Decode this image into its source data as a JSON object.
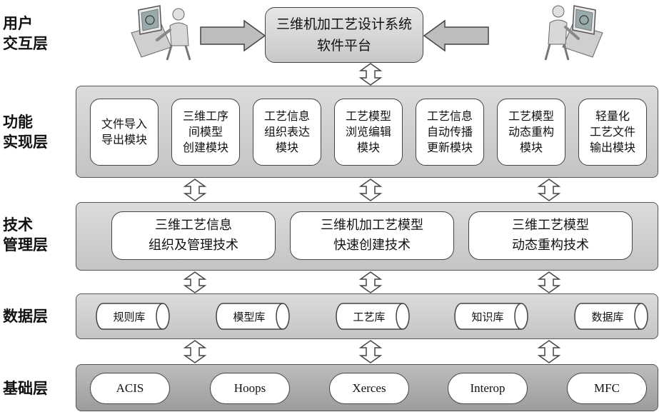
{
  "layers": {
    "user": "用户\n交互层",
    "function": "功能\n实现层",
    "tech": "技术\n管理层",
    "data": "数据层",
    "base": "基础层"
  },
  "platform": {
    "line1": "三维机加工艺设计系统",
    "line2": "软件平台"
  },
  "function_modules": [
    "文件导入\n导出模块",
    "三维工序\n间模型\n创建模块",
    "工艺信息\n组织表达\n模块",
    "工艺模型\n浏览编辑\n模块",
    "工艺信息\n自动传播\n更新模块",
    "工艺模型\n动态重构\n模块",
    "轻量化\n工艺文件\n输出模块"
  ],
  "tech_modules": [
    "三维工艺信息\n组织及管理技术",
    "三维机加工艺模型\n快速创建技术",
    "三维工艺模型\n动态重构技术"
  ],
  "databases": [
    "规则库",
    "模型库",
    "工艺库",
    "知识库",
    "数据库"
  ],
  "base_components": [
    "ACIS",
    "Hoops",
    "Xerces",
    "Interop",
    "MFC"
  ],
  "colors": {
    "band_light": "#d0d0d0",
    "band_dark": "#a8a8a8",
    "border": "#444444"
  },
  "icons": [
    "user-at-computer-icon",
    "user-at-computer-icon"
  ]
}
